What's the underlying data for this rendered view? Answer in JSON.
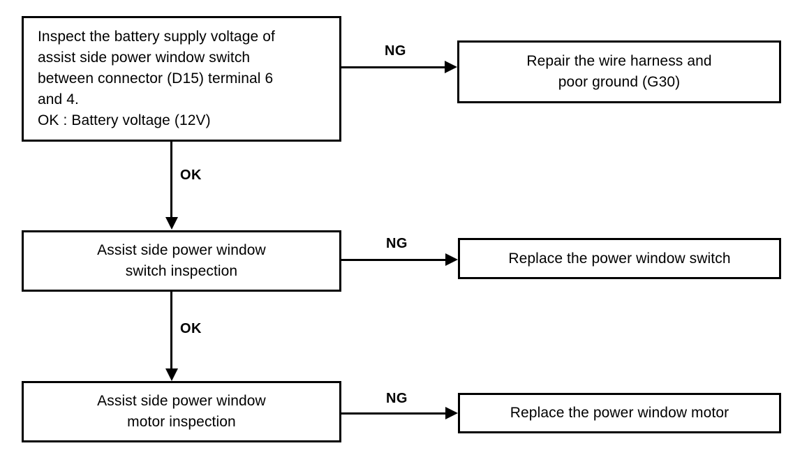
{
  "diagram": {
    "title": "Assist side power window diagnostic flowchart",
    "type": "flowchart",
    "line_color": "#000000",
    "background_color": "#ffffff",
    "nodes": [
      {
        "id": "inspect-battery-voltage",
        "text": "Inspect the battery supply voltage of\nassist side power window switch\nbetween connector (D15) terminal 6\nand 4.\nOK : Battery voltage (12V)"
      },
      {
        "id": "repair-wire-harness",
        "text": "Repair the wire harness and\npoor ground (G30)"
      },
      {
        "id": "switch-inspection",
        "text": "Assist side power window\nswitch inspection"
      },
      {
        "id": "replace-switch",
        "text": "Replace the power window switch"
      },
      {
        "id": "motor-inspection",
        "text": "Assist side power window\nmotor inspection"
      },
      {
        "id": "replace-motor",
        "text": "Replace the power window motor"
      }
    ],
    "edges": [
      {
        "id": "ng-1",
        "label": "NG",
        "from": "inspect-battery-voltage",
        "to": "repair-wire-harness",
        "direction": "right"
      },
      {
        "id": "ok-1",
        "label": "OK",
        "from": "inspect-battery-voltage",
        "to": "switch-inspection",
        "direction": "down"
      },
      {
        "id": "ng-2",
        "label": "NG",
        "from": "switch-inspection",
        "to": "replace-switch",
        "direction": "right"
      },
      {
        "id": "ok-2",
        "label": "OK",
        "from": "switch-inspection",
        "to": "motor-inspection",
        "direction": "down"
      },
      {
        "id": "ng-3",
        "label": "NG",
        "from": "motor-inspection",
        "to": "replace-motor",
        "direction": "right"
      }
    ]
  }
}
